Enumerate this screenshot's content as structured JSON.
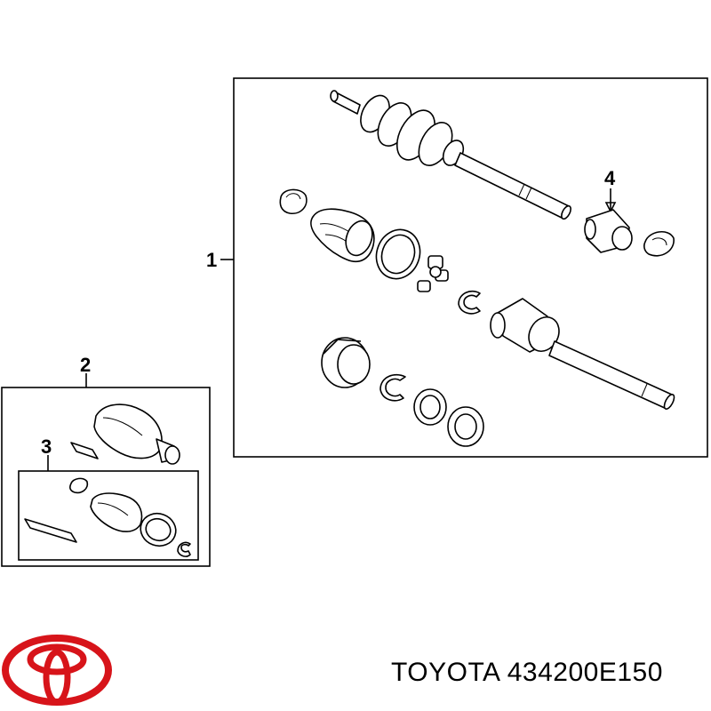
{
  "callouts": {
    "c1": "1",
    "c2": "2",
    "c3": "3",
    "c4": "4"
  },
  "caption": "TOYOTA 434200E150",
  "colors": {
    "logo": "#d7141a",
    "ink": "#000000"
  },
  "icons": {
    "logo": "toyota-logo"
  }
}
